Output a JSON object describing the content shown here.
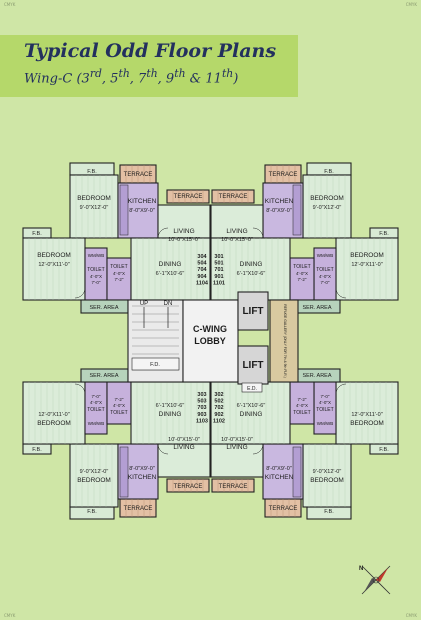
{
  "title": "Typical Odd Floor Plans",
  "subtitle_html": "Wing-C (3<sup>rd</sup>, 5<sup>th</sup>, 7<sup>th</sup>, 9<sup>th</sup> &amp; 11<sup>th</sup>)",
  "corner_text": "CMYK",
  "labels": {
    "fb": "F.B.",
    "terrace": "TERRACE",
    "bedroom": "BEDROOM",
    "kitchen": "KITCHEN",
    "living": "LIVING",
    "dining": "DINING",
    "toilet": "TOILET",
    "wmwb": "WM/WB",
    "ser_area": "SER. AREA",
    "lift": "LIFT",
    "lobby_line1": "C-WING",
    "lobby_line2": "LOBBY",
    "up": "UP",
    "dn": "DN",
    "fd": "F.D.",
    "ed": "E.D.",
    "refuge": "REFUGE GALLERY (ONLY FOR 7th & 9th FLR.)"
  },
  "dims": {
    "bedroom_top": "9'-0\"X12'-0\"",
    "bedroom_side": "12'-0\"X11'-0\"",
    "kitchen": "8'-0\"X9'-0\"",
    "living": "10'-0\"X15'-0\"",
    "dining": "6'-1\"X10'-6\"",
    "toilet_a": "4'-0\"X",
    "toilet_b": "7'-2\"",
    "toilet_c": "7'-0\""
  },
  "flat_numbers": {
    "top_left": [
      "304",
      "504",
      "704",
      "904",
      "1104"
    ],
    "top_right": [
      "301",
      "501",
      "701",
      "901",
      "1101"
    ],
    "bottom_left": [
      "303",
      "503",
      "703",
      "903",
      "1103"
    ],
    "bottom_right": [
      "302",
      "502",
      "702",
      "902",
      "1102"
    ]
  },
  "compass_letter": "N"
}
